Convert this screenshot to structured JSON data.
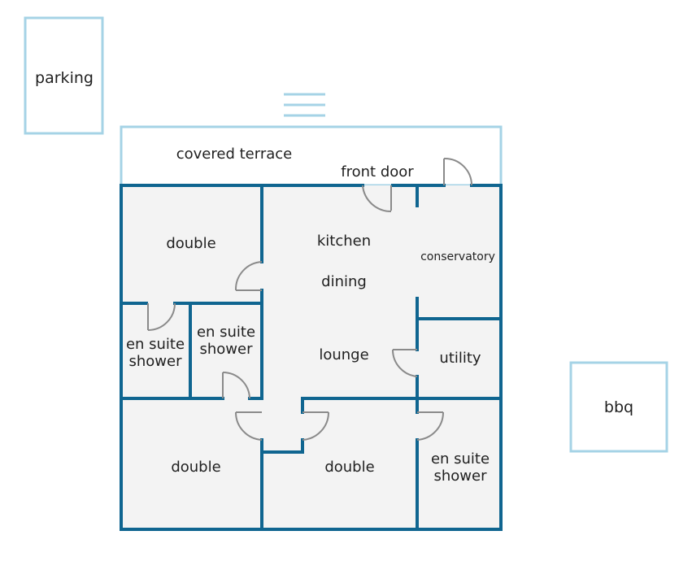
{
  "colors": {
    "wall": "#0f6590",
    "outline": "#a5d3e6",
    "floor": "#f3f3f3",
    "door": "#8a8a8a",
    "text": "#1f1f1f"
  },
  "exterior": {
    "parking": "parking",
    "covered_terrace": "covered terrace",
    "bbq": "bbq"
  },
  "doors": {
    "front_door": "front door"
  },
  "rooms": {
    "double_top_left": "double",
    "kitchen": "kitchen",
    "dining": "dining",
    "lounge": "lounge",
    "conservatory": "conservatory",
    "utility": "utility",
    "en_suite_left": [
      "en suite",
      "shower"
    ],
    "en_suite_middle": [
      "en suite",
      "shower"
    ],
    "en_suite_right": [
      "en suite",
      "shower"
    ],
    "double_bottom_left": "double",
    "double_bottom_middle": "double"
  }
}
